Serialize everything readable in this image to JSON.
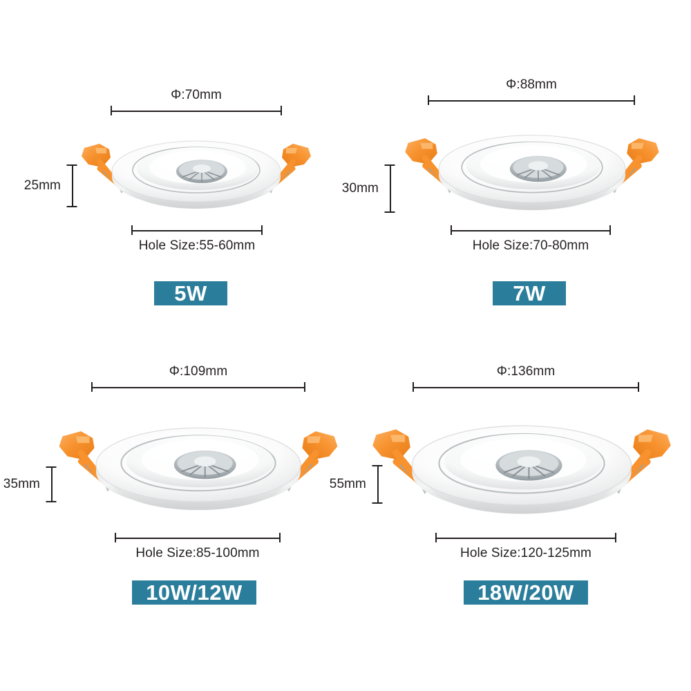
{
  "page": {
    "background_color": "#ffffff",
    "badge_color": "#2b7e9b",
    "badge_text_color": "#ffffff",
    "line_color": "#231f20",
    "clip_color": "#f59133"
  },
  "products": [
    {
      "id": "5w",
      "diameter_label": "Φ:70mm",
      "height_label": "25mm",
      "hole_label": "Hole Size:55-60mm",
      "badge_label": "5W"
    },
    {
      "id": "7w",
      "diameter_label": "Φ:88mm",
      "height_label": "30mm",
      "hole_label": "Hole Size:70-80mm",
      "badge_label": "7W"
    },
    {
      "id": "10w12w",
      "diameter_label": "Φ:109mm",
      "height_label": "35mm",
      "hole_label": "Hole Size:85-100mm",
      "badge_label": "10W/12W"
    },
    {
      "id": "18w20w",
      "diameter_label": "Φ:136mm",
      "height_label": "55mm",
      "hole_label": "Hole Size:120-125mm",
      "badge_label": "18W/20W"
    }
  ]
}
